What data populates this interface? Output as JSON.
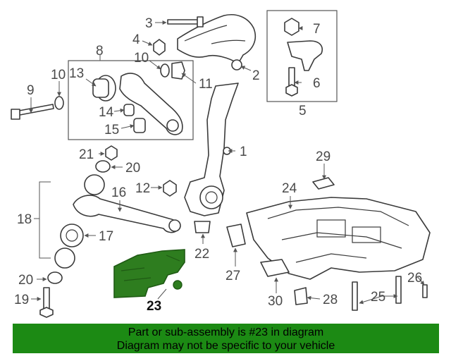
{
  "diagram": {
    "highlight_color": "#2e7d1f",
    "highlighted_part": "23",
    "callouts": [
      "1",
      "2",
      "3",
      "4",
      "5",
      "6",
      "7",
      "8",
      "9",
      "10",
      "10",
      "11",
      "12",
      "13",
      "14",
      "15",
      "16",
      "17",
      "18",
      "19",
      "20",
      "20",
      "21",
      "22",
      "23",
      "24",
      "25",
      "26",
      "27",
      "28",
      "29",
      "30"
    ]
  },
  "banner": {
    "background": "#1c8a14",
    "line1": "Part or sub-assembly is #23 in diagram",
    "line2": "Diagram may not be specific to your vehicle"
  }
}
